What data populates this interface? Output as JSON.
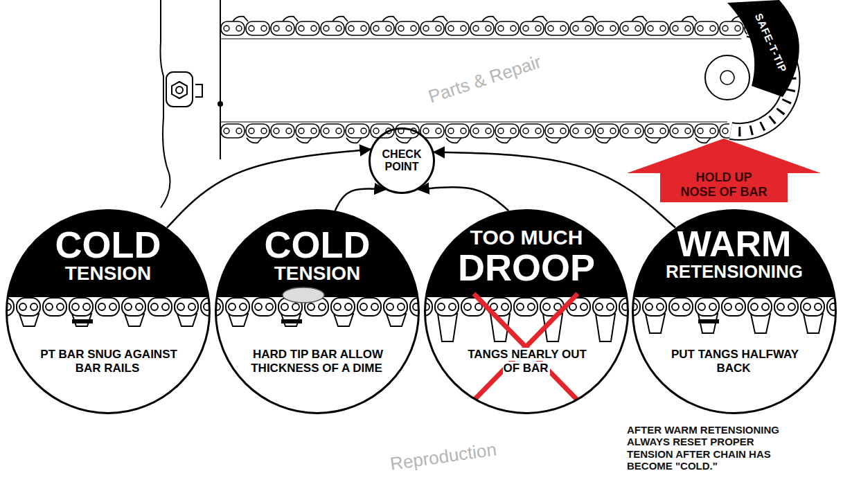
{
  "diagram": {
    "nodes": [
      {
        "text": [
          "CHECK POINT"
        ]
      },
      {
        "text": [
          "HOLD UP NOSE OF BAR"
        ]
      },
      {
        "text": [
          "COLD",
          "TENSION",
          "PT BAR SNUG AGAINST BAR RAILS"
        ]
      },
      {
        "text": [
          "COLD",
          "TENSION",
          "HARD TIP BAR ALLOW THICKNESS OF A DIME"
        ]
      },
      {
        "text": [
          "TOO MUCH",
          "DROOP",
          "TANGS NEARLY OUT OF BAR"
        ]
      },
      {
        "text": [
          "WARM",
          "RETENSIONING",
          "PUT TANGS HALFWAY BACK"
        ]
      }
    ],
    "edges": [
      {
        "from": 2,
        "to": 0,
        "arrow": "to"
      },
      {
        "from": 3,
        "to": 0,
        "arrow": "to"
      },
      {
        "from": 4,
        "to": 0,
        "arrow": "to"
      },
      {
        "from": 5,
        "to": 0,
        "arrow": "to"
      }
    ],
    "labels": [
      "SAFE-T-TIP",
      "AFTER WARM RETENSIONING ALWAYS RESET PROPER TENSION AFTER CHAIN HAS BECOME \"COLD.\"",
      "Parts & Repair",
      "Reproduction"
    ]
  }
}
